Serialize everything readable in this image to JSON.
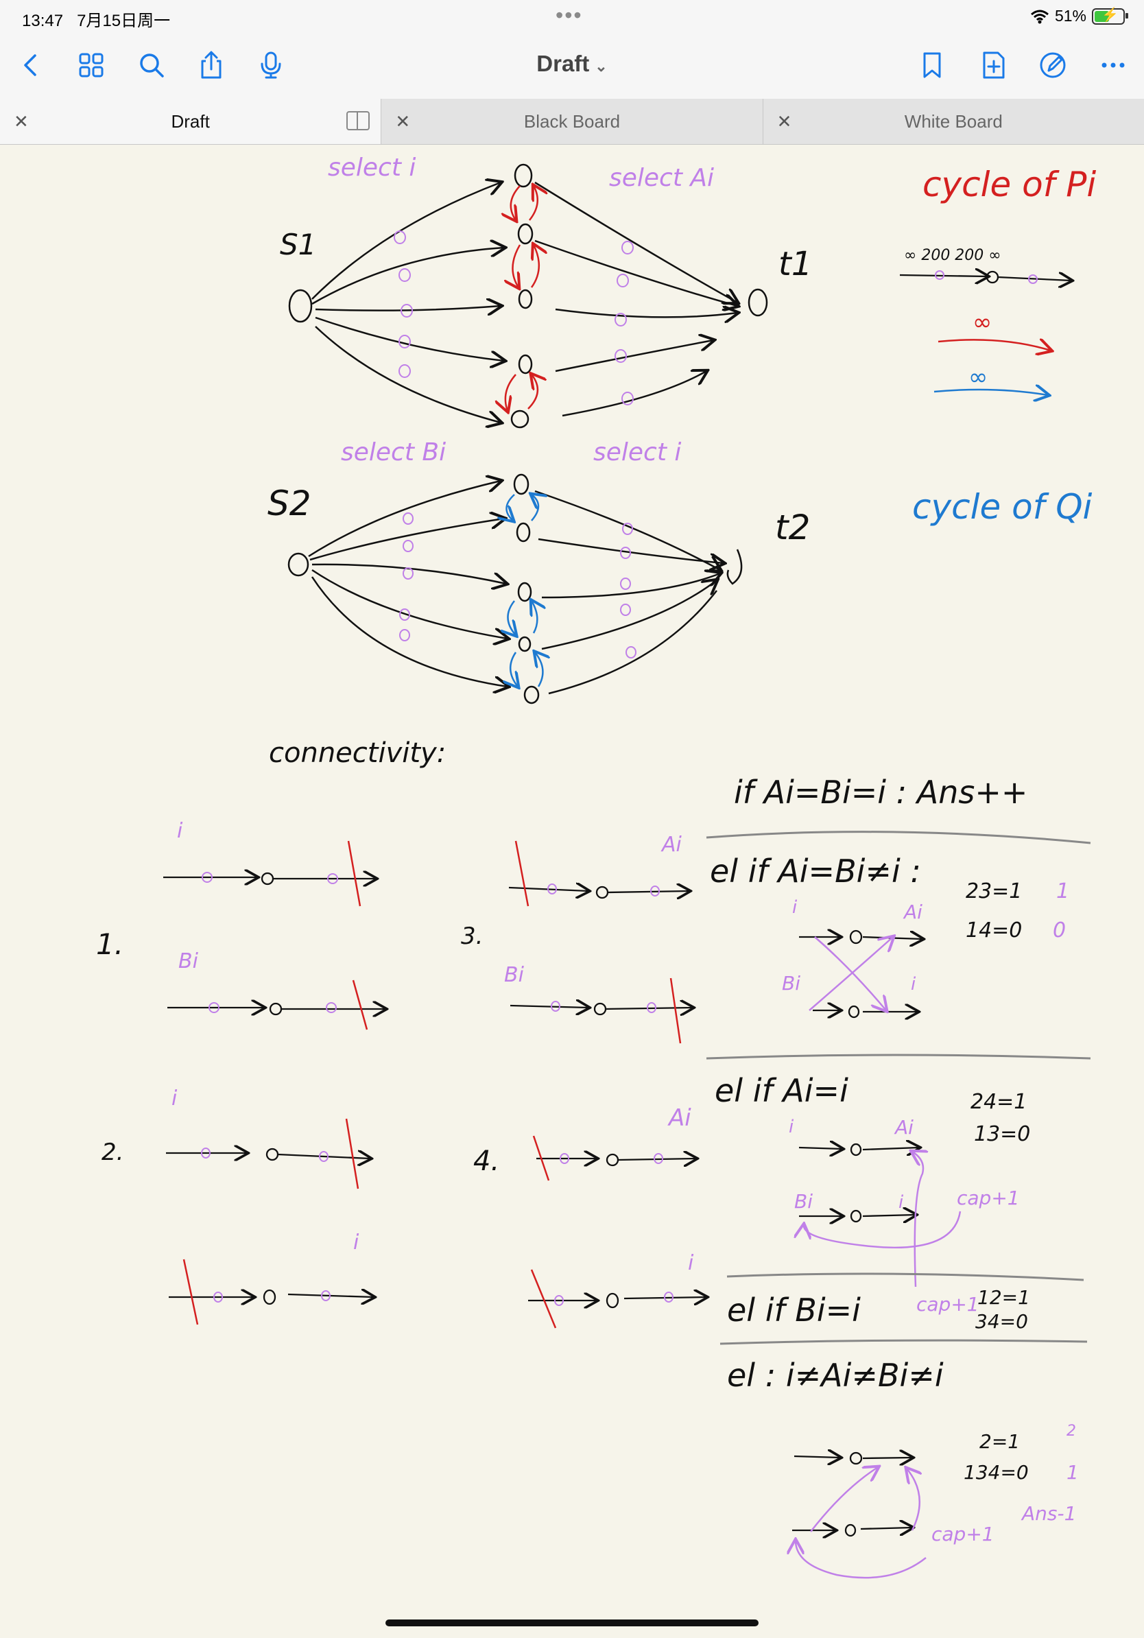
{
  "status": {
    "time": "13:47",
    "date": "7月15日周一",
    "more": "•••",
    "battery": "51%"
  },
  "toolbar": {
    "title": "Draft",
    "left_icons": [
      "chevron-left-icon",
      "grid-icon",
      "search-icon",
      "share-icon",
      "microphone-icon"
    ],
    "right_icons": [
      "bookmark-icon",
      "add-page-icon",
      "pencil-circle-icon",
      "more-icon"
    ]
  },
  "tabs": [
    {
      "label": "Draft",
      "active": true
    },
    {
      "label": "Black Board",
      "active": false
    },
    {
      "label": "White Board",
      "active": false
    }
  ],
  "notes": {
    "top_select_i": "select i",
    "top_select_ai": "select Ai",
    "s1": "S1",
    "t1": "t1",
    "cycle_p": "cycle of Pi",
    "inf200": "∞  200   200  ∞",
    "inf_red": "∞",
    "inf_blue": "∞",
    "select_bi": "select Bi",
    "select_i2": "select i",
    "s2": "S2",
    "t2": "t2",
    "cycle_q": "cycle of Qi",
    "connectivity": "connectivity:",
    "case1": "1.",
    "case2": "2.",
    "case3": "3.",
    "case4": "4.",
    "lbl_i": "i",
    "lbl_bi": "Bi",
    "lbl_ai": "Ai",
    "cond1": "if Ai=Bi=i : Ans++",
    "cond2": "el if Ai=Bi≠i :",
    "cond2_vals": [
      "23=1",
      "14=0"
    ],
    "cond2_side": [
      "1",
      "0"
    ],
    "cond3": "el if Ai=i",
    "cond3_vals": [
      "24=1",
      "13=0"
    ],
    "cap1": "cap+1",
    "cond4": "el if Bi=i",
    "cond4_vals": [
      "12=1",
      "34=0"
    ],
    "cond5": "el : i≠Ai≠Bi≠i",
    "cond5_vals": [
      "2=1",
      "134=0"
    ],
    "cond5_side": [
      "2",
      "1",
      "Ans-1"
    ]
  },
  "colors": {
    "ink": "#111111",
    "purple": "#c080e8",
    "red": "#d42020",
    "blue": "#1e7ad0",
    "accent": "#1a7ae8"
  }
}
